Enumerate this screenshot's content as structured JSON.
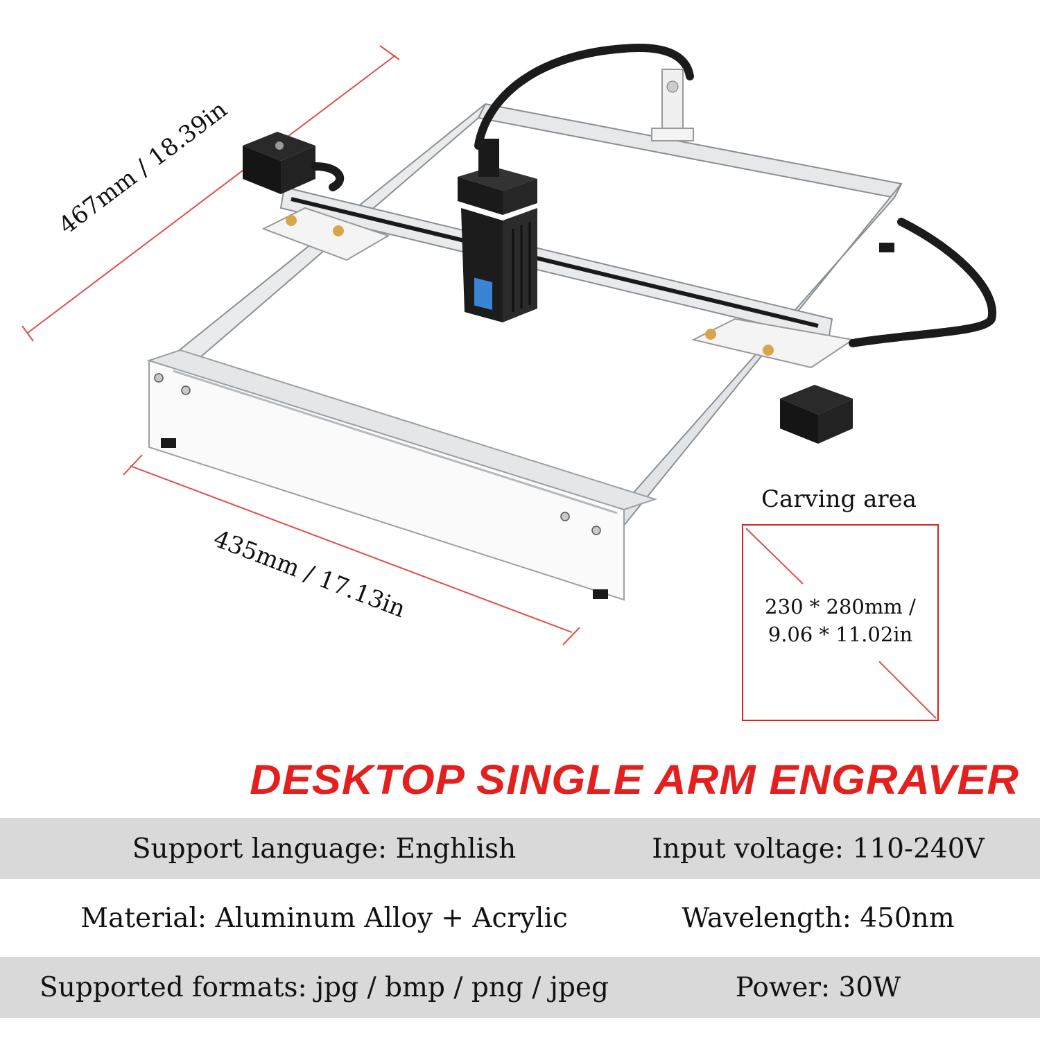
{
  "dimensions": {
    "depth_label": "467mm / 18.39in",
    "width_label": "435mm / 17.13in"
  },
  "carving_area": {
    "title": "Carving area",
    "size_line1": "230 * 280mm /",
    "size_line2": "9.06 * 11.02in"
  },
  "headline": "DESKTOP SINGLE ARM ENGRAVER",
  "specs": [
    {
      "left": "Support language:  Enghlish",
      "right": "Input voltage: 110-240V"
    },
    {
      "left": "Material: Aluminum Alloy + Acrylic",
      "right": "Wavelength: 450nm"
    },
    {
      "left": "Supported formats: jpg / bmp / png / jpeg",
      "right": "Power: 30W"
    }
  ],
  "colors": {
    "accent_red": "#e3201d",
    "row_shade": "#d9d9d9",
    "frame_aluminum": "#dfe2e5",
    "motor_black": "#1b1b1b"
  }
}
